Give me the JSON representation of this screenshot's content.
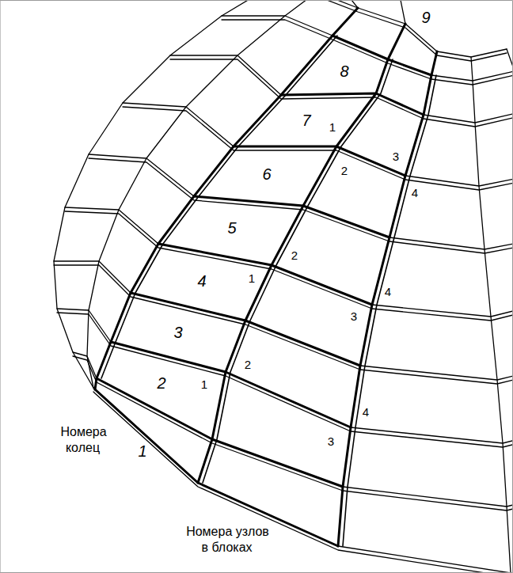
{
  "diagram": {
    "labels": [
      "9",
      "8",
      "7",
      "1",
      "3",
      "2",
      "4",
      "6",
      "5",
      "1",
      "2",
      "4",
      "3",
      "4",
      "3",
      "1",
      "2",
      "4",
      "3",
      "2",
      "Номера колец",
      "1",
      "Номера узлов в блоках"
    ]
  }
}
